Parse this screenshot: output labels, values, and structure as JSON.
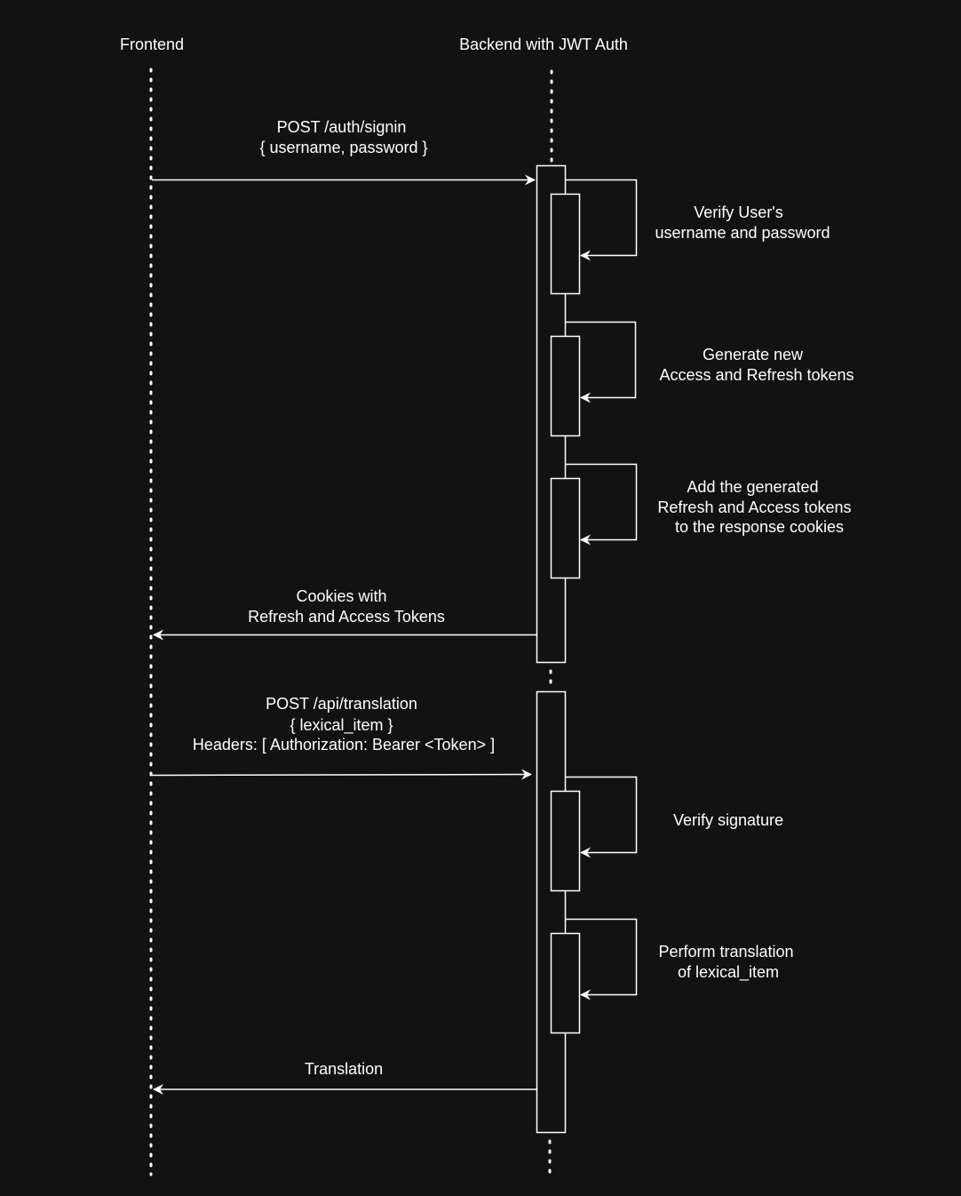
{
  "participants": {
    "frontend": "Frontend",
    "backend": "Backend with JWT Auth"
  },
  "messages": {
    "signin": [
      "POST /auth/signin",
      "{ username, password }"
    ],
    "cookies": [
      "Cookies with",
      "Refresh and Access Tokens"
    ],
    "translation_request": [
      "POST /api/translation",
      "{ lexical_item }",
      "Headers: [ Authorization: Bearer <Token> ]"
    ],
    "translation_response": [
      "Translation"
    ]
  },
  "self_calls": {
    "verify_user": [
      "Verify User's",
      "username and password"
    ],
    "generate_tokens": [
      "Generate new",
      "Access and Refresh tokens"
    ],
    "add_cookies": [
      "Add the generated",
      "Refresh and Access tokens",
      "to the response cookies"
    ],
    "verify_signature": [
      "Verify signature"
    ],
    "perform_translation": [
      "Perform translation",
      "of lexical_item"
    ]
  },
  "colors": {
    "background": "#121212",
    "stroke": "#ffffff",
    "text": "#ffffff"
  }
}
